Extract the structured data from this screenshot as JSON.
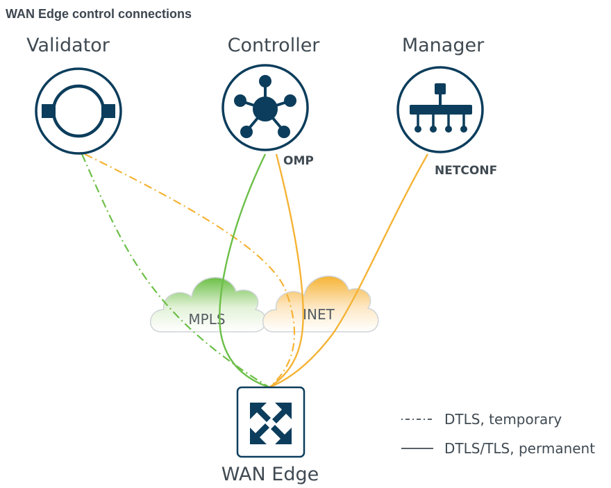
{
  "title": "WAN Edge control connections",
  "nodes": {
    "validator": {
      "label": "Validator"
    },
    "controller": {
      "label": "Controller"
    },
    "manager": {
      "label": "Manager"
    },
    "wan_edge": {
      "label": "WAN Edge"
    }
  },
  "protocols": {
    "omp": "OMP",
    "netconf": "NETCONF"
  },
  "clouds": {
    "mpls": "MPLS",
    "inet": "INET"
  },
  "legend": {
    "temporary": {
      "symbol": "·-·-·-",
      "label": "DTLS, temporary"
    },
    "permanent": {
      "symbol": "———",
      "label": "DTLS/TLS, permanent"
    }
  },
  "colors": {
    "node_dark": "#0c3d5c",
    "mpls_green": "#6cbf47",
    "inet_orange": "#f5b335",
    "text": "#404a52"
  }
}
